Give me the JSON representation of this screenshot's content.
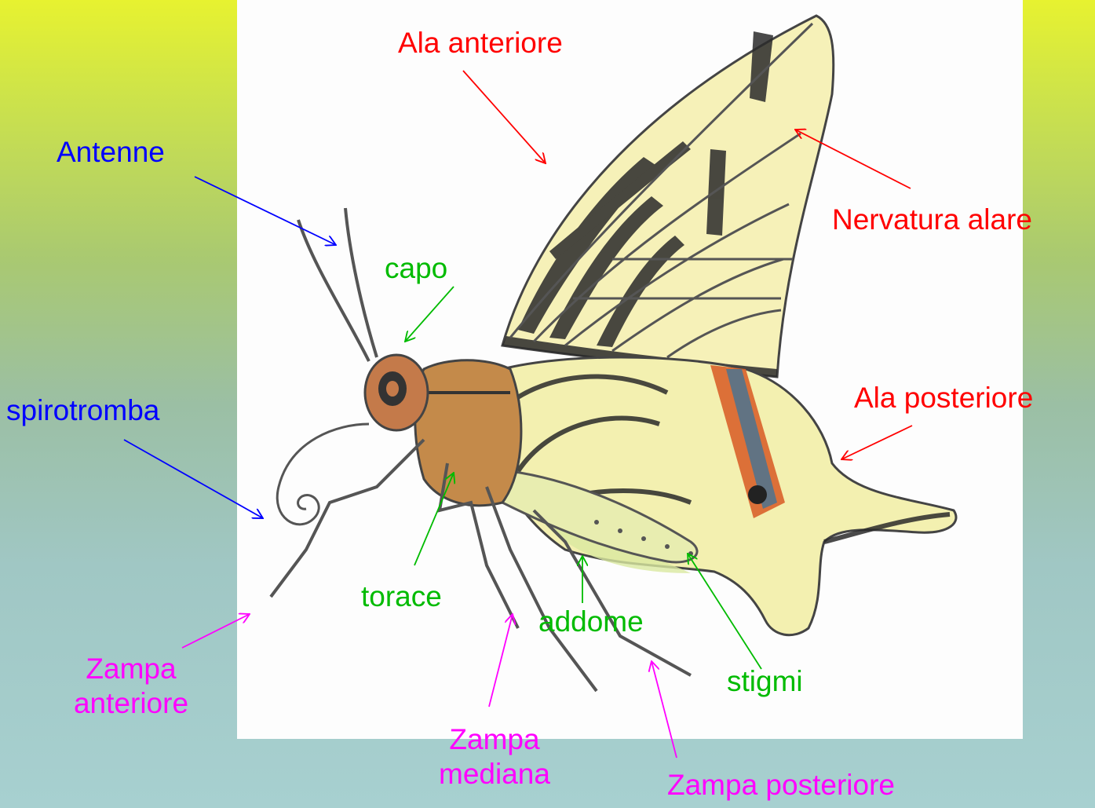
{
  "colors": {
    "wing_labels": "#ff0000",
    "head_parts": "#0000ff",
    "body_parts": "#00bb00",
    "legs": "#ff00ff"
  },
  "labels": {
    "ala_anteriore": "Ala anteriore",
    "antenne": "Antenne",
    "nervatura_alare": "Nervatura alare",
    "capo": "capo",
    "spirotromba": "spirotromba",
    "ala_posteriore": "Ala posteriore",
    "torace": "torace",
    "addome": "addome",
    "stigmi": "stigmi",
    "zampa_anteriore_1": "Zampa",
    "zampa_anteriore_2": "anteriore",
    "zampa_mediana_1": "Zampa",
    "zampa_mediana_2": "mediana",
    "zampa_posteriore": "Zampa posteriore"
  }
}
